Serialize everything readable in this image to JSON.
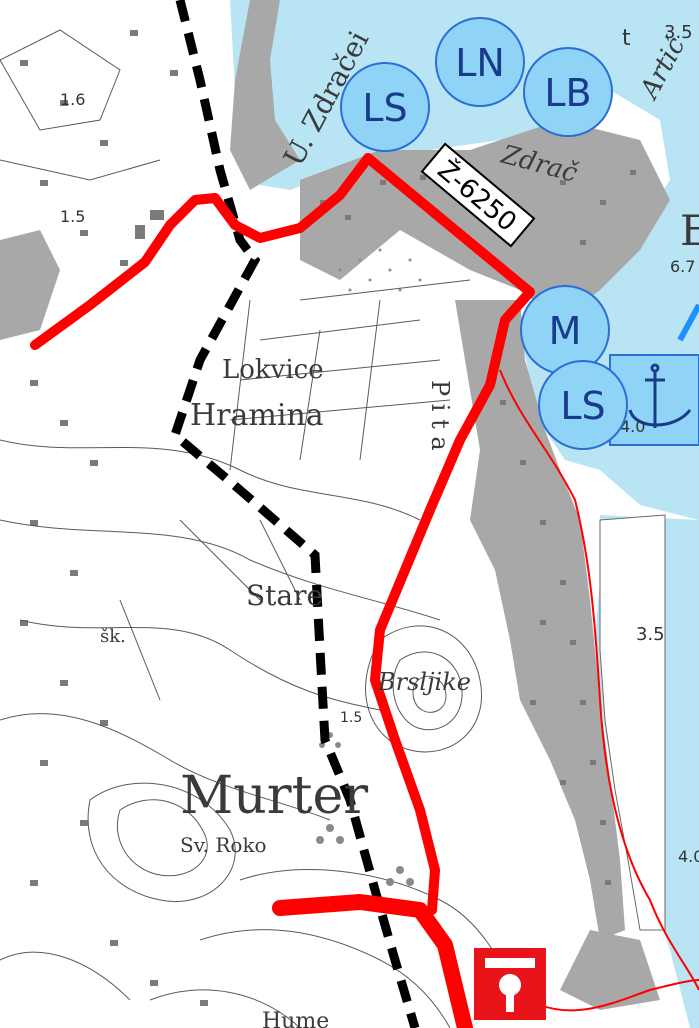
{
  "colors": {
    "sea": "#b8e4f4",
    "land": "#ffffff",
    "built_area": "#a8a8a8",
    "contour": "#5a5a5a",
    "main_road": "#ff0000",
    "boundary_dash": "#000000",
    "badge_fill": "#8fd3f7",
    "badge_stroke": "#2a6fd6",
    "badge_text": "#1a3a8c",
    "facility_red": "#e8141a"
  },
  "place_labels": {
    "lokvice": "Lokvice",
    "hramina": "Hramina",
    "stare": "Stare",
    "brsljike": "Brsljike",
    "murter": "Murter",
    "sv_roko": "Sv. Roko",
    "sk": "šk.",
    "ulica": "U. Zdračei",
    "artic": "Artić",
    "zdrac_fragment": "Zdrač",
    "pitac_vertical": "P i t a",
    "letter_e": "E",
    "hume": "Hume"
  },
  "depth_labels": {
    "d1": "1.6",
    "d2": "1.5",
    "d3": "1.5",
    "d4": "6.7",
    "d5": "4.0",
    "d6": "3.5",
    "d7": "4.0",
    "d8": "t",
    "d9": "3.5"
  },
  "road_label": "Ž-6250",
  "badges": {
    "b1": "LS",
    "b2": "LN",
    "b3": "LB",
    "b4": "M",
    "b5": "LS"
  },
  "icons": {
    "anchor": "anchor-icon",
    "facility": "fuel-station-icon"
  }
}
